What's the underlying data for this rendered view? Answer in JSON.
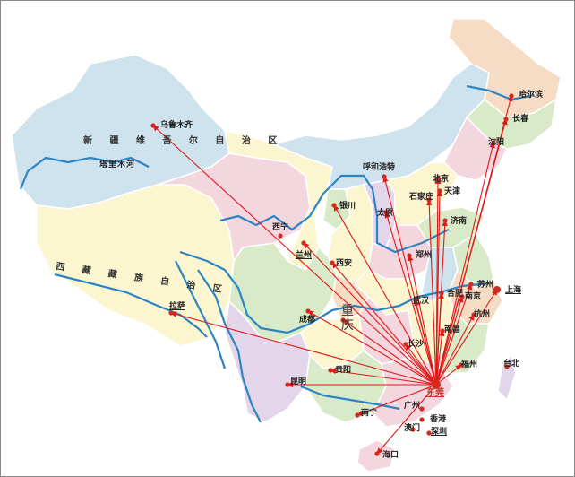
{
  "map": {
    "hub_city": "东莞",
    "colors": {
      "route": "#e01818",
      "city_dot": "#d42a1e",
      "river": "#2c84c4",
      "province_yellow": "#fbf6cf",
      "province_pink": "#f4d6de",
      "province_blue": "#cfe3ee",
      "province_green": "#d8eac8",
      "province_orange": "#f6dcc4",
      "province_purple": "#e3d6ea"
    },
    "regions": [
      {
        "id": "xinjiang",
        "label": "新 疆 维 吾 尔 自 治 区"
      },
      {
        "id": "tibet",
        "label": "西 藏 藏 族 自 治 区"
      },
      {
        "id": "taklamakan",
        "label": "塔里木河"
      }
    ],
    "cities": [
      {
        "id": "urumqi",
        "label": "乌鲁木齐"
      },
      {
        "id": "harbin",
        "label": "哈尔滨"
      },
      {
        "id": "changchun",
        "label": "长春"
      },
      {
        "id": "shenyang",
        "label": "沈阳"
      },
      {
        "id": "hohhot",
        "label": "呼和浩特"
      },
      {
        "id": "beijing",
        "label": "北京"
      },
      {
        "id": "tianjin",
        "label": "天津"
      },
      {
        "id": "shijiazhuang",
        "label": "石家庄"
      },
      {
        "id": "yinchuan",
        "label": "银川"
      },
      {
        "id": "taiyuan",
        "label": "太原"
      },
      {
        "id": "jinan",
        "label": "济南"
      },
      {
        "id": "xining",
        "label": "西宁"
      },
      {
        "id": "lanzhou",
        "label": "兰州"
      },
      {
        "id": "zhengzhou",
        "label": "郑州"
      },
      {
        "id": "xian",
        "label": "西安"
      },
      {
        "id": "suzhou",
        "label": "苏州"
      },
      {
        "id": "hefei",
        "label": "合肥"
      },
      {
        "id": "nanjing",
        "label": "南京"
      },
      {
        "id": "shanghai",
        "label": "上海"
      },
      {
        "id": "wuhan",
        "label": "武汉"
      },
      {
        "id": "hangzhou",
        "label": "杭州"
      },
      {
        "id": "chengdu",
        "label": "成都"
      },
      {
        "id": "chongqing",
        "label": "重庆"
      },
      {
        "id": "lhasa",
        "label": "拉萨"
      },
      {
        "id": "nanchang",
        "label": "南昌"
      },
      {
        "id": "changsha",
        "label": "长沙"
      },
      {
        "id": "fuzhou",
        "label": "福州"
      },
      {
        "id": "taipei",
        "label": "台北"
      },
      {
        "id": "guiyang",
        "label": "贵阳"
      },
      {
        "id": "kunming",
        "label": "昆明"
      },
      {
        "id": "dongguan",
        "label": "东莞"
      },
      {
        "id": "guangzhou",
        "label": "广州"
      },
      {
        "id": "nanning",
        "label": "南宁"
      },
      {
        "id": "hongkong",
        "label": "香港"
      },
      {
        "id": "macau",
        "label": "澳门"
      },
      {
        "id": "shenzhen",
        "label": "深圳"
      },
      {
        "id": "haikou",
        "label": "海口"
      }
    ]
  }
}
